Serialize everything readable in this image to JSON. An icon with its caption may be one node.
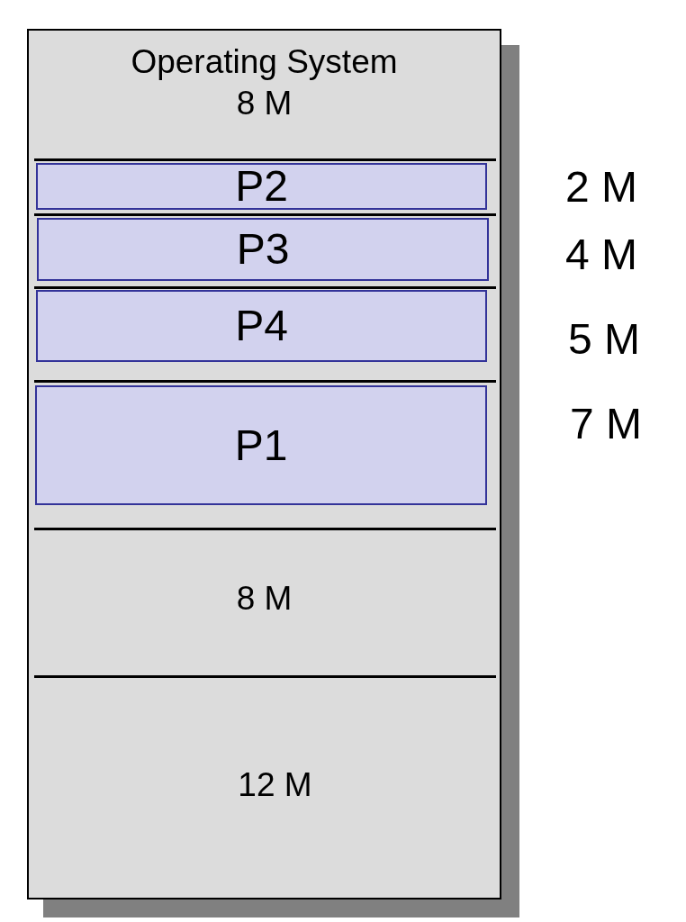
{
  "diagram": {
    "nodes": [
      {
        "text": [],
        "shape": "box"
      },
      {
        "text": [
          "Operating System",
          "8 M"
        ],
        "in": 0
      },
      {
        "text": [
          "P2"
        ],
        "in": 0,
        "beside": [
          "2 M"
        ]
      },
      {
        "text": [
          "P3"
        ],
        "in": 0,
        "beside": [
          "4 M"
        ]
      },
      {
        "text": [
          "P4"
        ],
        "in": 0,
        "beside": [
          "5 M"
        ]
      },
      {
        "text": [
          "P1"
        ],
        "in": 0,
        "beside": [
          "7 M"
        ]
      },
      {
        "text": [
          "8 M"
        ],
        "in": 0
      },
      {
        "text": [
          "12 M"
        ],
        "in": 0
      }
    ]
  }
}
